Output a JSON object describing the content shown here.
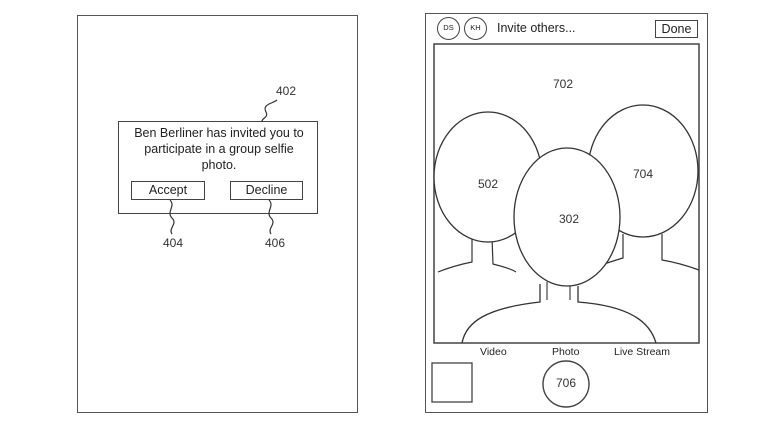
{
  "left_screen": {
    "callout_label": "402",
    "dialog_text": "Ben Berliner has invited you to participate in a group selfie photo.",
    "accept_label": "Accept",
    "decline_label": "Decline",
    "accept_callout": "404",
    "decline_callout": "406"
  },
  "right_screen": {
    "avatars": [
      "DS",
      "KH"
    ],
    "invite_text": "Invite others...",
    "done_label": "Done",
    "viewfinder_label": "702",
    "faces": [
      {
        "label": "502"
      },
      {
        "label": "704"
      },
      {
        "label": "302"
      }
    ],
    "modes": [
      "Video",
      "Photo",
      "Live Stream"
    ],
    "shutter_label": "706"
  }
}
